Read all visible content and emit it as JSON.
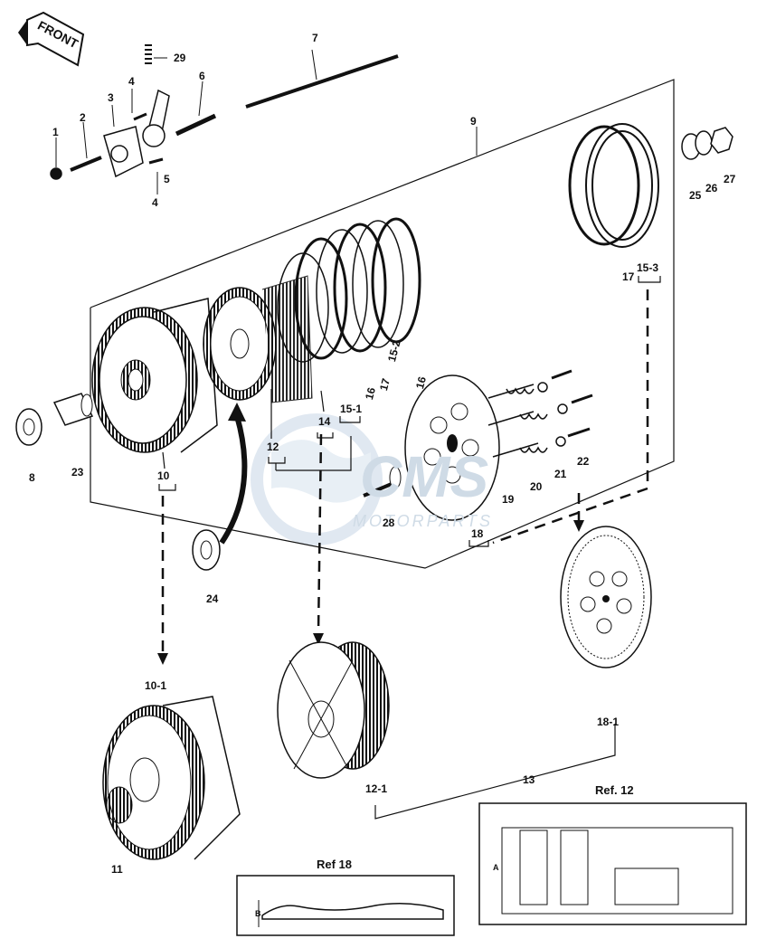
{
  "front_label": "FRONT",
  "watermark": {
    "brand": "CMS",
    "sub": "MOTORPARTS"
  },
  "parts": {
    "p1": "1",
    "p2": "2",
    "p3": "3",
    "p4a": "4",
    "p4b": "4",
    "p5": "5",
    "p6": "6",
    "p7": "7",
    "p8": "8",
    "p9": "9",
    "p10": "10",
    "p10_1": "10-1",
    "p11": "11",
    "p12": "12",
    "p12_1": "12-1",
    "p13": "13",
    "p14": "14",
    "p15_1": "15-1",
    "p15_2": "15-2",
    "p15_3": "15-3",
    "p16a": "16",
    "p16b": "16",
    "p17a": "17",
    "p17b": "17",
    "p18": "18",
    "p18_1": "18-1",
    "p19": "19",
    "p20": "20",
    "p21": "21",
    "p22": "22",
    "p23": "23",
    "p24": "24",
    "p25": "25",
    "p26": "26",
    "p27": "27",
    "p28": "28",
    "p29": "29"
  },
  "insets": {
    "ref12": {
      "title": "Ref. 12",
      "dim": "A"
    },
    "ref18": {
      "title": "Ref 18",
      "dim": "B"
    }
  },
  "colors": {
    "line": "#111111",
    "watermark": "#cfdbe6"
  }
}
